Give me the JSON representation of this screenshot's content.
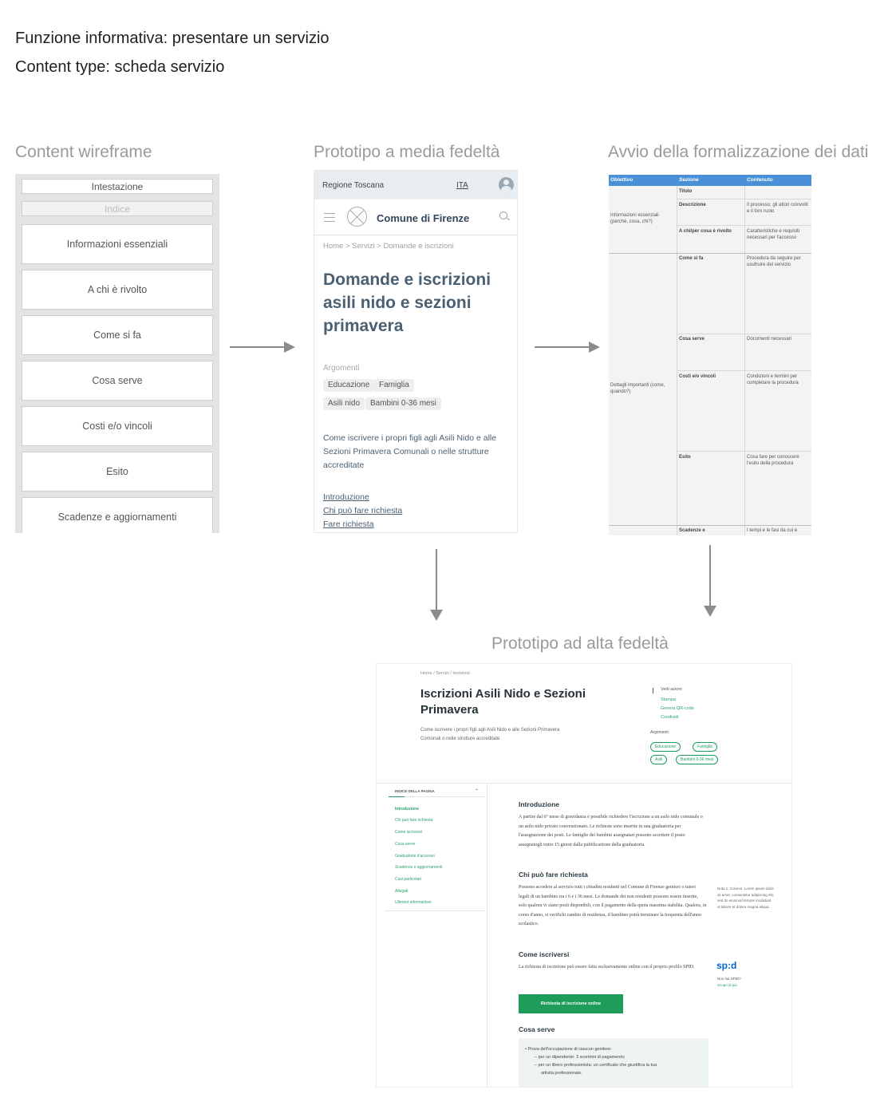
{
  "header": {
    "line1": "Funzione informativa: presentare un servizio",
    "line2": "Content type: scheda servizio"
  },
  "sections": {
    "wireframe": "Content wireframe",
    "medium": "Prototipo a media fedeltà",
    "data": "Avvio della formalizzazione dei dati",
    "high": "Prototipo ad alta fedeltà"
  },
  "wireframe": {
    "header": "Intestazione",
    "index": "Indice",
    "blocks": [
      "Informazioni essenziali",
      "A chi è rivolto",
      "Come si fa",
      "Cosa serve",
      "Costi e/o vincoli",
      "Esito",
      "Scadenze e aggiornamenti"
    ]
  },
  "medium": {
    "region": "Regione Toscana",
    "lang": "ITA",
    "comune": "Comune di Firenze",
    "breadcrumb": "Home  >  Servizi  >  Domande e iscrizioni",
    "title": "Domande e iscrizioni asili nido e sezioni primavera",
    "topics_label": "Argomenti",
    "chips": [
      "Educazione",
      "Famiglia",
      "Asili nido",
      "Bambini 0-36 mesi"
    ],
    "description": "Come iscrivere i propri figli agli Asili Nido e alle Sezioni Primavera Comunali o nelle strutture accreditate",
    "links": [
      "Introduzione",
      "Chi può fare richiesta",
      "Fare richiesta"
    ]
  },
  "table": {
    "headers": [
      "Obiettivo",
      "Sezione",
      "Contenuto"
    ],
    "groups": [
      "Informazioni essenziali (perché, cosa, chi?)",
      "Dettagli importanti (come, quando?)"
    ],
    "rows": [
      {
        "section": "Titolo",
        "content": ""
      },
      {
        "section": "Descrizione",
        "content": "Il processo, gli attori coinvolti e il loro ruolo"
      },
      {
        "section": "A chi/per cosa è rivolto",
        "content": "Caratteristiche e requisiti necessari per l'accesso"
      },
      {
        "section": "Come si fa",
        "content": "Procedura da seguire per usufruire del servizio"
      },
      {
        "section": "Cosa serve",
        "content": "Documenti necessari"
      },
      {
        "section": "Costi e/o vincoli",
        "content": "Condizioni e termini per completare la procedura"
      },
      {
        "section": "Esito",
        "content": "Cosa fare per conoscere l'esito della procedura"
      },
      {
        "section": "Scadenze e",
        "content": "I tempi e le fasi da cui è"
      }
    ]
  },
  "high": {
    "breadcrumb": "Home / Servizi / Iscrizioni",
    "title": "Iscrizioni Asili Nido e Sezioni Primavera",
    "description": "Come iscrivere i propri figli agli Asili Nido e alle Sezioni Primavera Comunali o nelle strutture accreditate",
    "actions": [
      "Vedi azioni",
      "Stampa",
      "Genera QR-code",
      "Condividi"
    ],
    "topics_label": "Argomenti",
    "chips": [
      "Educazione",
      "Famiglia",
      "Asili",
      "Bambini 0-36 mesi"
    ],
    "index_title": "INDICE DELLA PAGINA",
    "index_items": [
      "Introduzione",
      "Chi può fare richiesta",
      "Come iscriversi",
      "Cosa serve",
      "Graduatorie d'accesso",
      "Scadenze e aggiornamenti",
      "Casi particolari",
      "Allegati",
      "Ulteriori informazioni"
    ],
    "intro_h": "Introduzione",
    "intro_p": "A partire dal 6° mese di gravidanza è possibile richiedere l'iscrizione a un asilo nido comunale o un asilo nido privato convenzionato. Le richieste sono inserite in una graduatoria per l'assegnazione dei posti. Le famiglie dei bambini assegnatari possono accettare il posto assegnatogli entro 15 giorni dalla pubblicazione della graduatoria.",
    "who_h": "Chi può fare richiesta",
    "who_p": "Possono accedere al servizio tutti i cittadini residenti nel Comune di Firenze genitori o tutori legali di un bambino tra i 6 e i 36 mesi. Le domande dei non residenti possono essere inserite, solo qualora vi siano posti disponibili, con il pagamento della quota massima stabilita. Qualora, in corso d'anno, si verifichi cambio di residenza, il bambino potrà terminare la frequenta dell'anno scolastico.",
    "note": "Nota 1. Coluros. Lorem ipsum dolor sit amet, consectetur adipiscing elit, sed do eiusmod tempor incididunt ut labore et dolore magna aliqua.",
    "how_h": "Come iscriversi",
    "how_p": "La richiesta di iscrizione può essere fatta esclusivamente online con il proprio profilo SPID.",
    "spid": "sp:d",
    "spid_q": "Non hai SPID?",
    "spid_more": "Scopri di più",
    "button": "Richiesta di iscrizione online",
    "need_h": "Cosa serve",
    "need_items": [
      "• Prova dell'occupazione di ciascun genitore:",
      "– per un dipendente: 3 scontrini di pagamento;",
      "– per un libero professionista: un certificato che giustifica la tua",
      "attività professionale."
    ]
  }
}
